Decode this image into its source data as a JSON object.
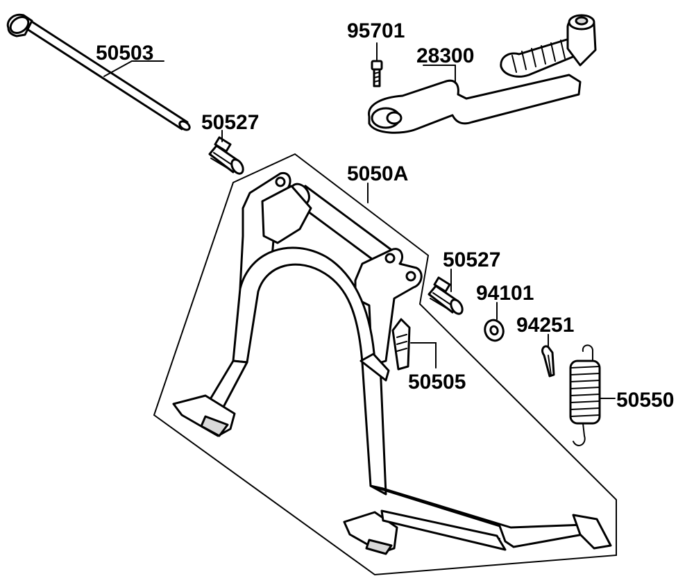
{
  "labels": {
    "part_50503": "50503",
    "part_95701": "95701",
    "part_28300": "28300",
    "part_50527_top": "50527",
    "part_5050A": "5050A",
    "part_50527_right": "50527",
    "part_94101": "94101",
    "part_94251": "94251",
    "part_50505": "50505",
    "part_50550": "50550"
  },
  "icons": {
    "axle": "axle-pin-icon",
    "bolt": "bolt-icon",
    "kick_lever": "kick-lever-icon",
    "bushing": "bushing-icon",
    "main_stand": "main-stand-icon",
    "washer": "washer-icon",
    "cotter_pin": "cotter-pin-icon",
    "stopper": "stand-stopper-icon",
    "spring": "spring-icon"
  }
}
